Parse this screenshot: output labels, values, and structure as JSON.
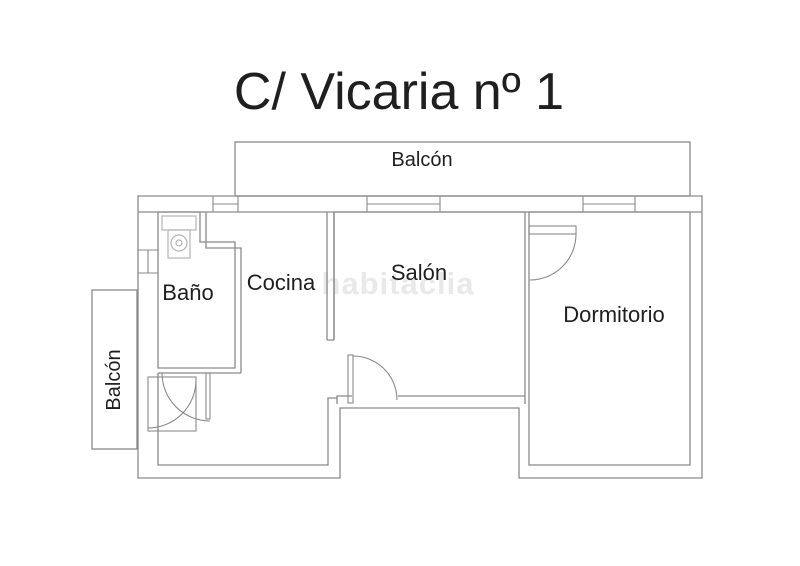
{
  "title": "C/ Vicaria nº 1",
  "watermark": "habitaclia",
  "rooms": {
    "balcon_top": "Balcón",
    "balcon_left": "Balcón",
    "bano": "Baño",
    "cocina": "Cocina",
    "salon": "Salón",
    "dormitorio": "Dormitorio"
  },
  "colors": {
    "background": "#ffffff",
    "wall_line": "#8a8a8a",
    "fixture_line": "#b4b4b4",
    "text": "#1f1f1f",
    "watermark": "#e9e9e9"
  }
}
